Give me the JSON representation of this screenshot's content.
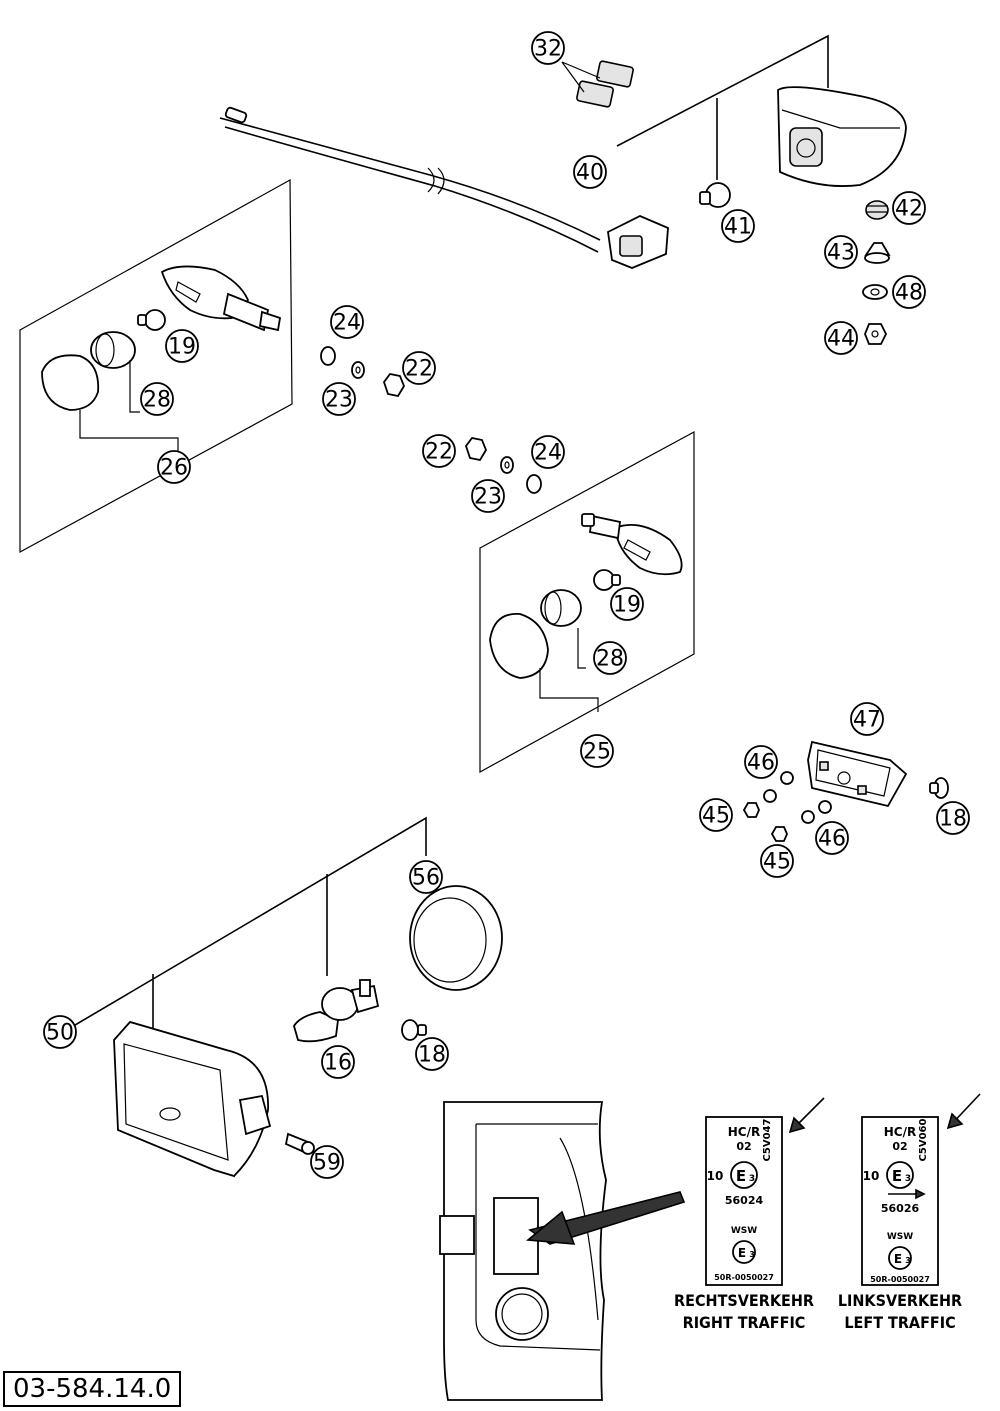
{
  "drawing_number": "03-584.14.0",
  "callouts": [
    "32",
    "40",
    "41",
    "42",
    "43",
    "48",
    "44",
    "24",
    "22",
    "23",
    "19",
    "28",
    "26",
    "22",
    "24",
    "23",
    "19",
    "28",
    "25",
    "47",
    "46",
    "45",
    "18",
    "46",
    "45",
    "56",
    "50",
    "16",
    "18",
    "59"
  ],
  "labels": {
    "right": {
      "code_top": "HC/R",
      "code_sub": "02",
      "class_num": "10",
      "mark": "E",
      "mark_num": "3",
      "approval": "56024",
      "lower_small": "WSW",
      "lower_bottom": "50R-0050027",
      "side_code": "C5V047"
    },
    "left": {
      "code_top": "HC/R",
      "code_sub": "02",
      "class_num": "10",
      "mark": "E",
      "mark_num": "3",
      "approval": "56026",
      "lower_small": "WSW",
      "lower_bottom": "50R-0050027",
      "side_code": "C5V060"
    }
  },
  "captions": {
    "right_de": "RECHTSVERKEHR",
    "right_en": "RIGHT TRAFFIC",
    "left_de": "LINKSVERKEHR",
    "left_en": "LEFT TRAFFIC"
  }
}
